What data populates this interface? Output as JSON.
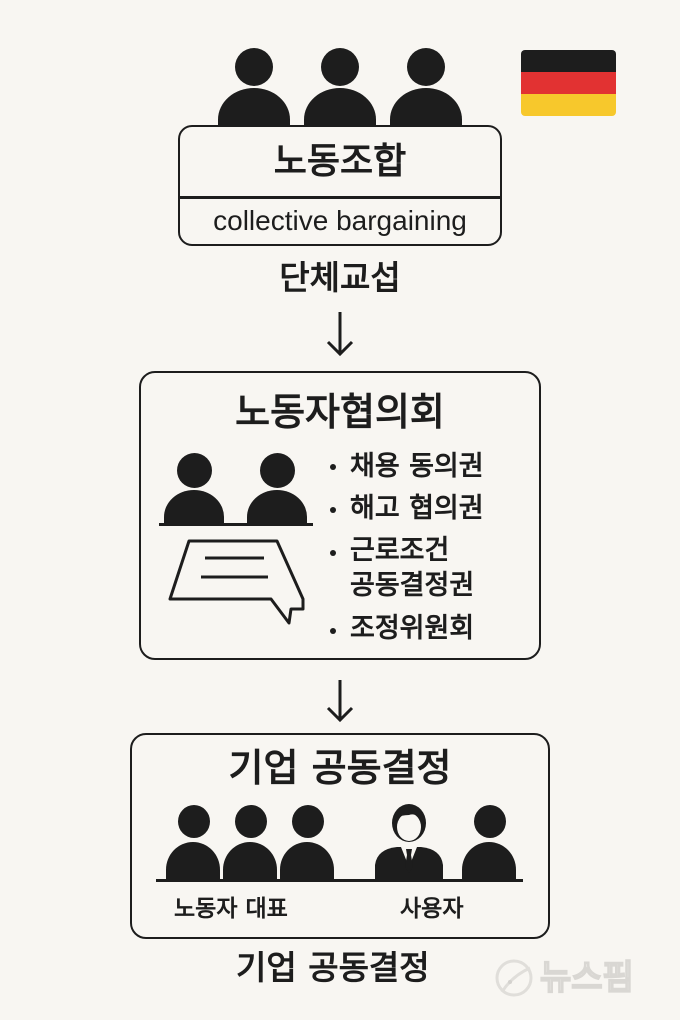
{
  "flag": {
    "country": "Germany",
    "colors": [
      "#1d1d1d",
      "#e23232",
      "#f7c82c"
    ]
  },
  "union": {
    "title": "노동조합",
    "subtitle": "collective bargaining",
    "caption": "단체교섭",
    "people_count": 3
  },
  "works_council": {
    "title": "노동자협의회",
    "people_count": 2,
    "rights": [
      "채용 동의권",
      "해고 협의권",
      "근로조건",
      "공동결정권",
      "조정위원회"
    ]
  },
  "codetermination": {
    "title": "기업 공동결정",
    "worker_label": "노동자 대표",
    "employer_label": "사용자",
    "caption": "기업 공동결정",
    "worker_count": 3,
    "employer_count": 2
  },
  "watermark": {
    "text": "뉴스핌"
  },
  "colors": {
    "background": "#f8f6f2",
    "ink": "#1d1d1d"
  }
}
